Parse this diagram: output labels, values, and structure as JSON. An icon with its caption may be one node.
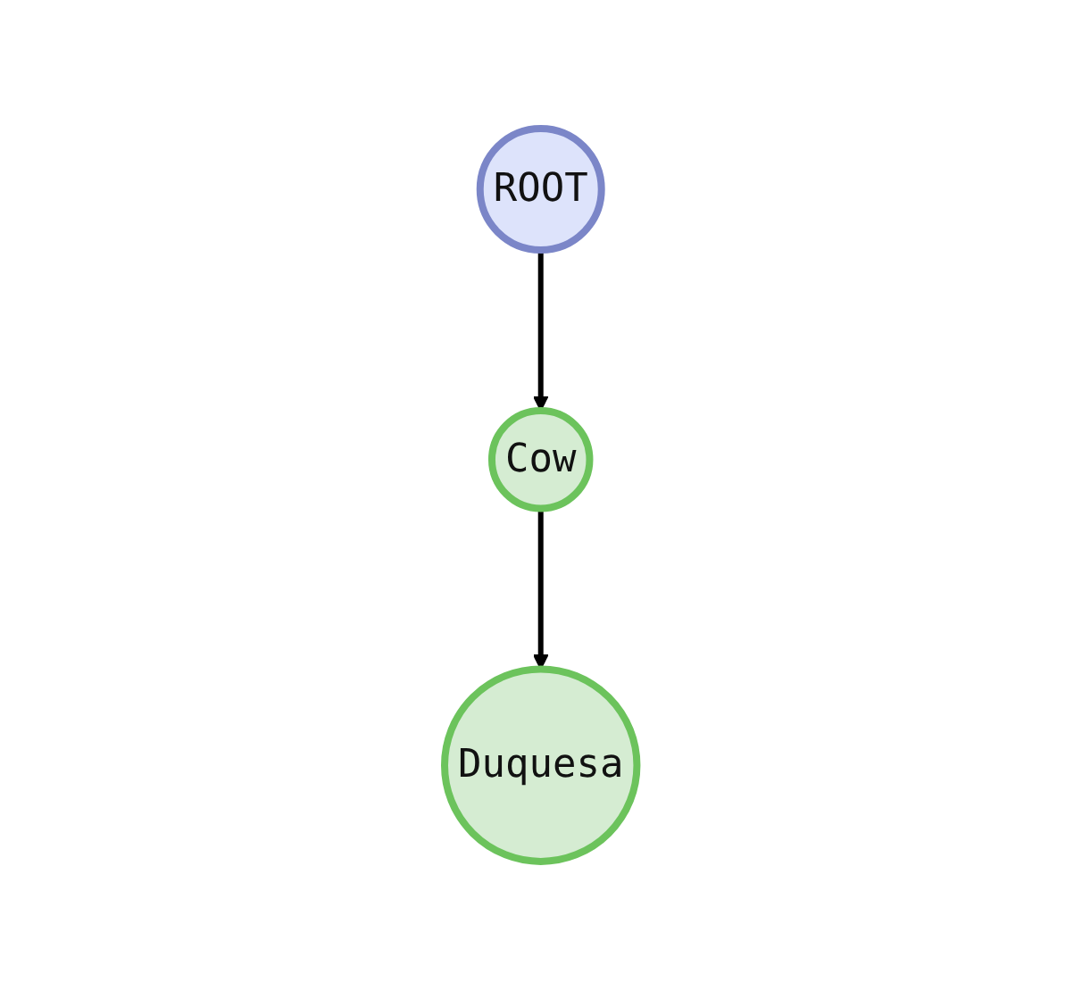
{
  "diagram": {
    "nodes": [
      {
        "text": [
          "ROOT"
        ]
      },
      {
        "text": [
          "Cow"
        ]
      },
      {
        "text": [
          "Duquesa"
        ]
      }
    ],
    "edges": [
      {
        "from": 0,
        "to": 1,
        "arrow": "to"
      },
      {
        "from": 1,
        "to": 2,
        "arrow": "to"
      }
    ]
  }
}
